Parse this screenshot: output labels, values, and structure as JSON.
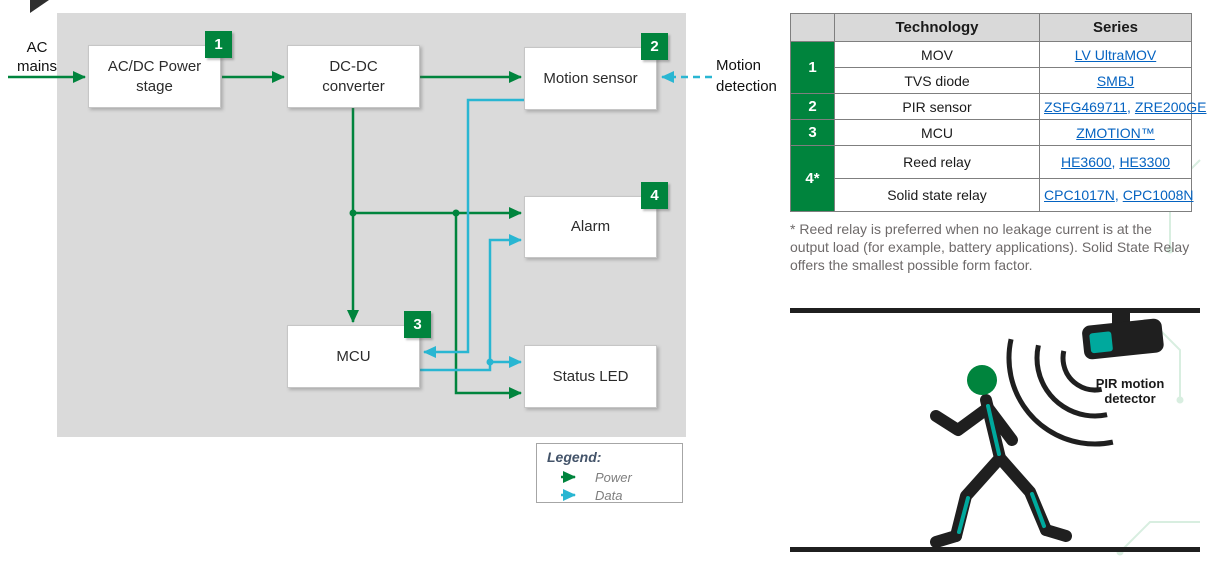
{
  "colors": {
    "power_green": "#00843D",
    "data_cyan": "#29B6D2",
    "link_blue": "#0563C1",
    "canvas_gray": "#DADADA",
    "table_header_gray": "#D9D9D9"
  },
  "diagram": {
    "ac_mains_label": "AC mains",
    "motion_detection_label": "Motion detection",
    "blocks": [
      {
        "label": "AC/DC Power stage",
        "badge": "1"
      },
      {
        "label": "DC-DC converter"
      },
      {
        "label": "Motion sensor",
        "badge": "2"
      },
      {
        "label": "Alarm",
        "badge": "4"
      },
      {
        "label": "MCU",
        "badge": "3"
      },
      {
        "label": "Status LED"
      }
    ],
    "legend": {
      "title": "Legend:",
      "power_label": "Power",
      "data_label": "Data"
    }
  },
  "table": {
    "header": [
      "Technology",
      "Series"
    ],
    "badges": [
      "1",
      "2",
      "3",
      "4*"
    ],
    "link_sep": ",",
    "rows": [
      {
        "tech": "MOV",
        "links": [
          "LV UltraMOV"
        ]
      },
      {
        "tech": "TVS diode",
        "links": [
          "SMBJ"
        ]
      },
      {
        "tech": "PIR sensor",
        "links": [
          "ZSFG469711",
          "ZRE200GE"
        ]
      },
      {
        "tech": "MCU",
        "links": [
          "ZMOTION™"
        ]
      },
      {
        "tech": "Reed relay",
        "links": [
          "HE3600",
          "HE3300"
        ]
      },
      {
        "tech": "Solid state relay",
        "links": [
          "CPC1017N",
          "CPC1008N"
        ]
      }
    ]
  },
  "footnote": "* Reed relay is preferred when no leakage current is at the output load (for example, battery applications). Solid State Relay offers the smallest possible form factor.",
  "illustration": {
    "label": "PIR motion detector"
  }
}
